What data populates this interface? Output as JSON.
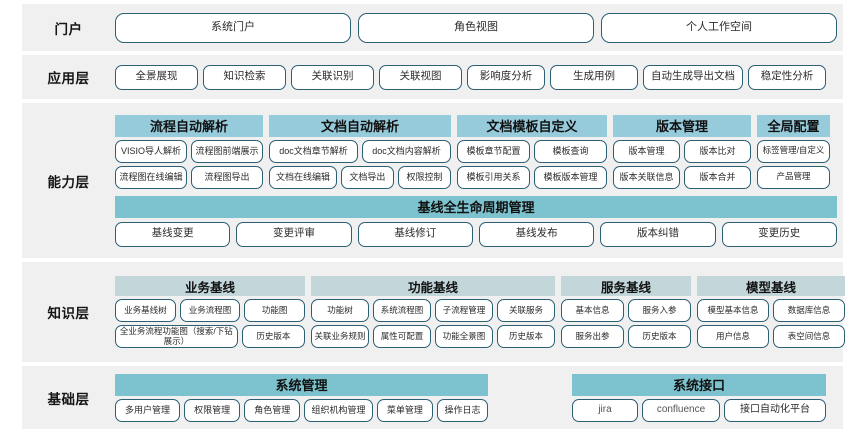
{
  "colors": {
    "band_bg": "#f0f0f0",
    "pill_border": "#2b5f73",
    "header_cyan": "#96cbdc",
    "header_grey": "#c3d6da",
    "header_teal": "#7cc3cf",
    "page_bg": "#ffffff"
  },
  "layers": {
    "portal": {
      "label": "门户",
      "items": [
        "系统门户",
        "角色视图",
        "个人工作空间"
      ]
    },
    "application": {
      "label": "应用层",
      "items": [
        "全景展现",
        "知识检索",
        "关联识别",
        "关联视图",
        "影响度分析",
        "生成用例",
        "自动生成导出文档",
        "稳定性分析"
      ]
    },
    "capability": {
      "label": "能力层",
      "groups": [
        {
          "title": "流程自动解析",
          "row1": [
            "VISIO导人解析",
            "流程图前端展示"
          ],
          "row2": [
            "流程图在线编辑",
            "流程图导出"
          ]
        },
        {
          "title": "文档自动解析",
          "row1": [
            "doc文档章节解析",
            "doc文档内容解析"
          ],
          "row2": [
            "文档在线编辑",
            "文档导出",
            "权限控制"
          ]
        },
        {
          "title": "文档模板自定义",
          "row1": [
            "模板章节配置",
            "模板查询"
          ],
          "row2": [
            "模板引用关系",
            "模板版本管理"
          ]
        },
        {
          "title": "版本管理",
          "row1": [
            "版本管理",
            "版本比对"
          ],
          "row2": [
            "版本关联信息",
            "版本合并"
          ]
        },
        {
          "title": "全局配置",
          "row1": [
            "标签管理/自定义"
          ],
          "row2": [
            "产品管理"
          ]
        }
      ],
      "baseline": {
        "title": "基线全生命周期管理",
        "items": [
          "基线变更",
          "变更评审",
          "基线修订",
          "基线发布",
          "版本纠错",
          "变更历史"
        ]
      }
    },
    "knowledge": {
      "label": "知识层",
      "groups": [
        {
          "title": "业务基线",
          "row1": [
            "业务基线树",
            "业务流程图",
            "功能图"
          ],
          "row2": [
            "全业务流程功能图（搜索/下钻展示）",
            "历史版本"
          ]
        },
        {
          "title": "功能基线",
          "row1": [
            "功能树",
            "系统流程图",
            "子流程管理",
            "关联服务"
          ],
          "row2": [
            "关联业务规则",
            "属性可配置",
            "功能全景图",
            "历史版本"
          ]
        },
        {
          "title": "服务基线",
          "row1": [
            "基本信息",
            "服务入参"
          ],
          "row2": [
            "服务出参",
            "历史版本"
          ]
        },
        {
          "title": "模型基线",
          "row1": [
            "模型基本信息",
            "数据库信息"
          ],
          "row2": [
            "用户信息",
            "表空间信息"
          ]
        }
      ]
    },
    "base": {
      "label": "基础层",
      "groups": [
        {
          "title": "系统管理",
          "items": [
            "多用户管理",
            "权限管理",
            "角色管理",
            "组织机构管理",
            "菜单管理",
            "操作日志"
          ]
        },
        {
          "title": "系统接口",
          "items": [
            "jira",
            "confluence",
            "接口自动化平台"
          ]
        }
      ]
    }
  }
}
